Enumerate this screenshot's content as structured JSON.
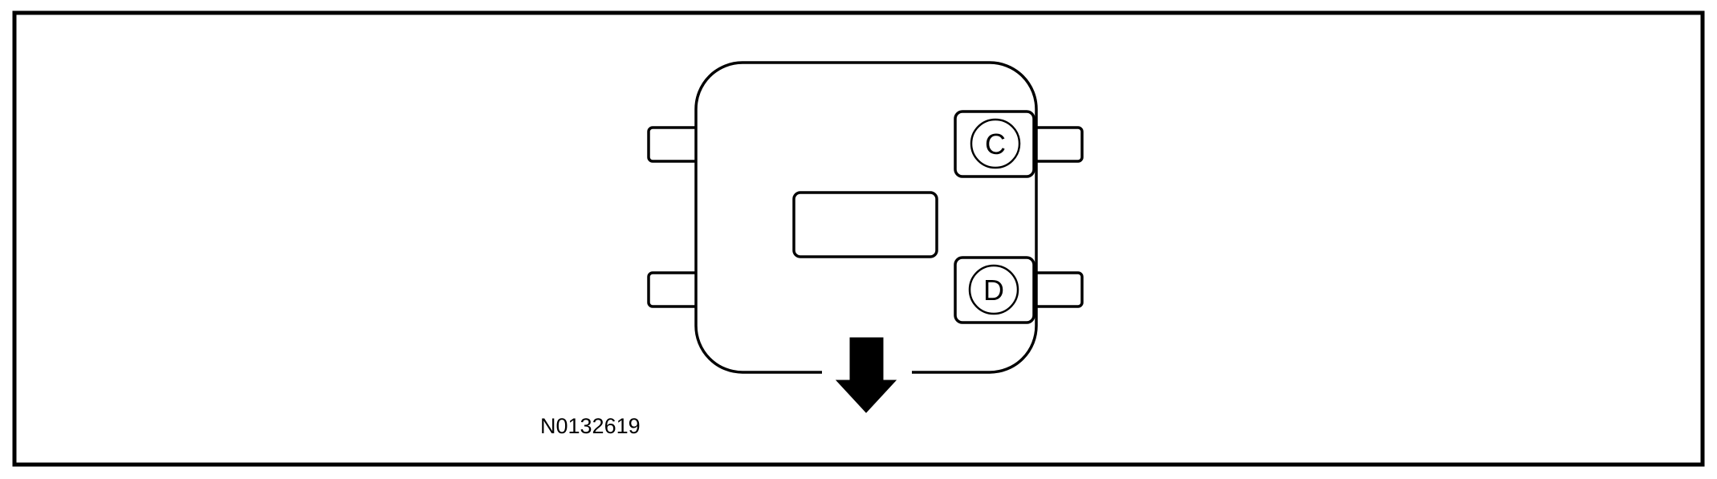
{
  "figure": {
    "id_text": "N0132619",
    "connectors": [
      {
        "letter": "C"
      },
      {
        "letter": "D"
      }
    ]
  }
}
